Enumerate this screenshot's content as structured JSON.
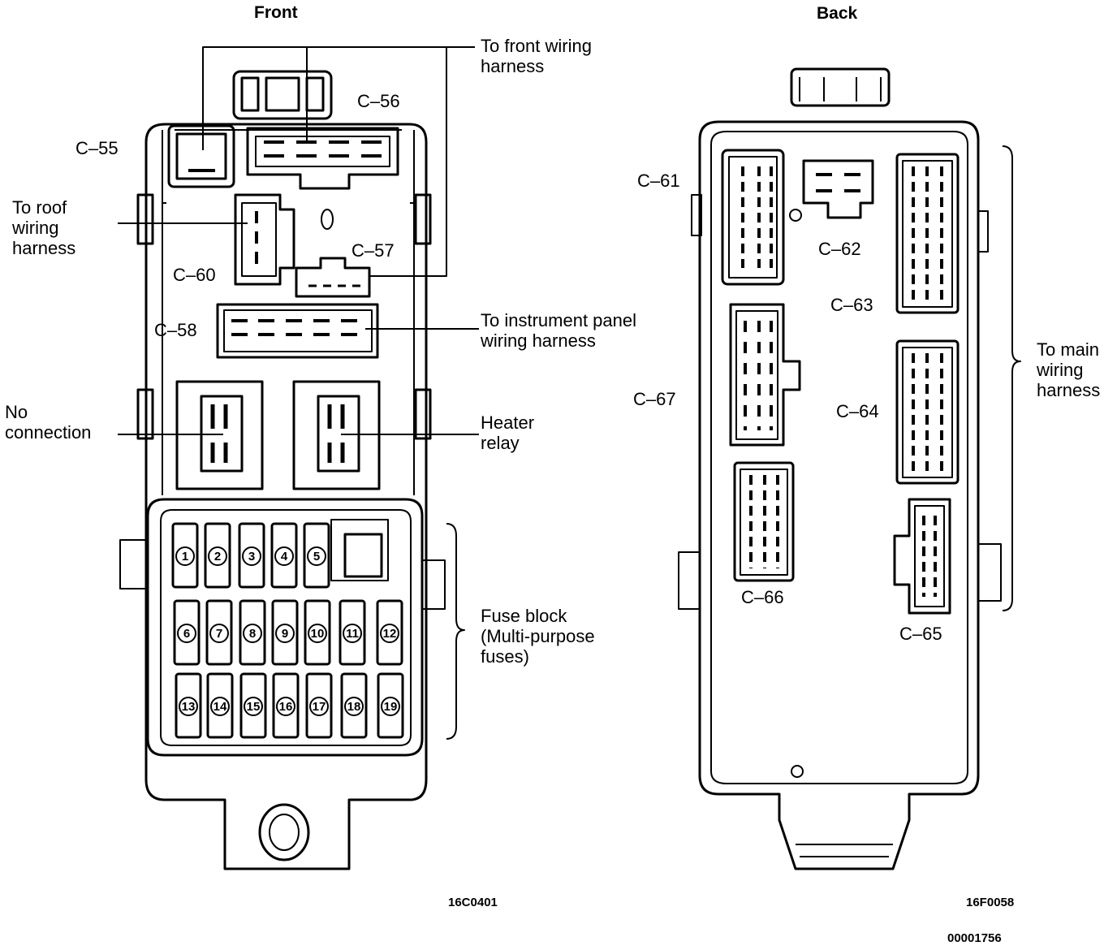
{
  "front": {
    "title": "Front",
    "code": "16C0401",
    "connectors": {
      "c55": "C–55",
      "c56": "C–56",
      "c57": "C–57",
      "c58": "C–58",
      "c60": "C–60"
    },
    "callouts": {
      "front_harness": "To front wiring\nharness",
      "roof_harness": "To roof\nwiring\nharness",
      "instrument_harness": "To instrument panel\nwiring harness",
      "no_connection": "No\nconnection",
      "heater_relay": "Heater\nrelay",
      "fuse_block": "Fuse block\n(Multi-purpose\nfuses)"
    },
    "fuses": [
      "1",
      "2",
      "3",
      "4",
      "5",
      "6",
      "7",
      "8",
      "9",
      "10",
      "11",
      "12",
      "13",
      "14",
      "15",
      "16",
      "17",
      "18",
      "19"
    ]
  },
  "back": {
    "title": "Back",
    "code": "16F0058",
    "connectors": {
      "c61": "C–61",
      "c62": "C–62",
      "c63": "C–63",
      "c64": "C–64",
      "c65": "C–65",
      "c66": "C–66",
      "c67": "C–67"
    },
    "callouts": {
      "main_harness": "To main\nwiring\nharness"
    }
  },
  "footer_code": "00001756"
}
